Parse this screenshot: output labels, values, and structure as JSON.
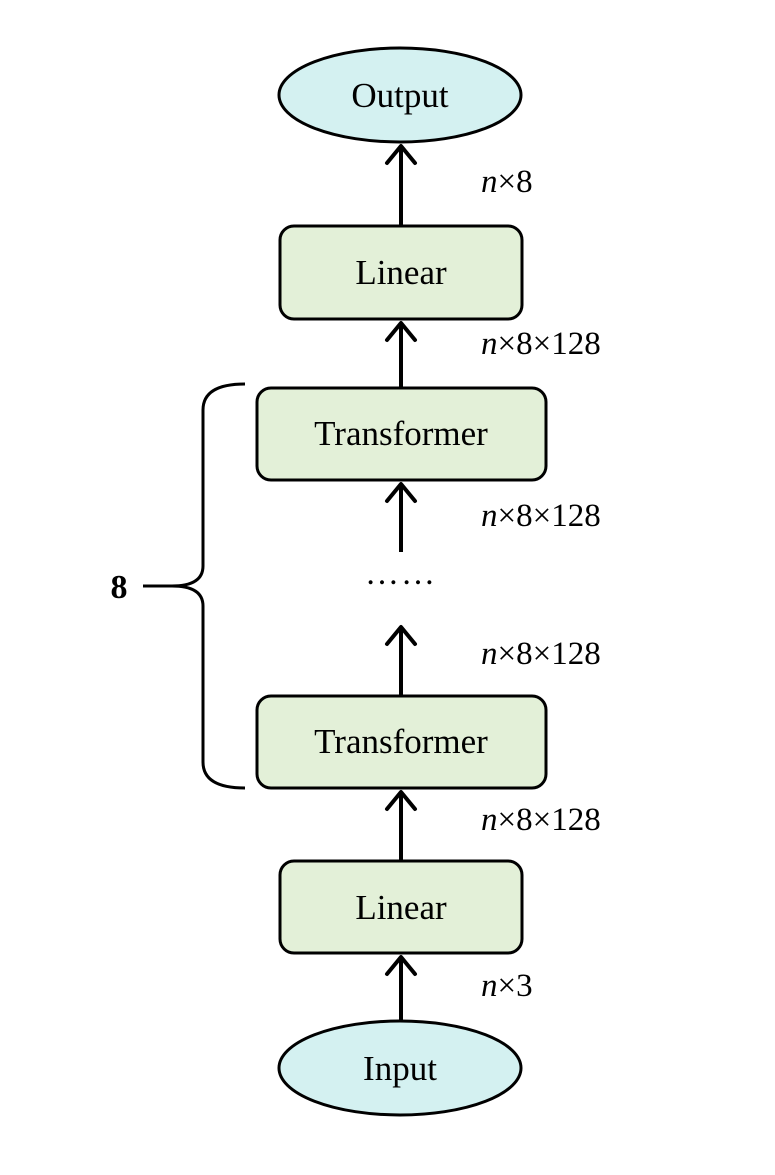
{
  "colors": {
    "ellipse_fill": "#d4f1f1",
    "box_fill": "#e3f0d8",
    "stroke": "#000000"
  },
  "nodes": {
    "output": "Output",
    "linear_top": "Linear",
    "transformer_top": "Transformer",
    "ellipsis": "……",
    "transformer_bottom": "Transformer",
    "linear_bottom": "Linear",
    "input": "Input"
  },
  "dims": {
    "output_dim": {
      "var": "n",
      "rest": "×8"
    },
    "linear_top_dim": {
      "var": "n",
      "rest": "×8×128"
    },
    "transformer_top_dim": {
      "var": "n",
      "rest": "×8×128"
    },
    "transformer_bottom_dim": {
      "var": "n",
      "rest": "×8×128"
    },
    "linear_bottom_dim": {
      "var": "n",
      "rest": "×8×128"
    },
    "input_dim": {
      "var": "n",
      "rest": "×3"
    }
  },
  "repeat": {
    "count": "8"
  }
}
